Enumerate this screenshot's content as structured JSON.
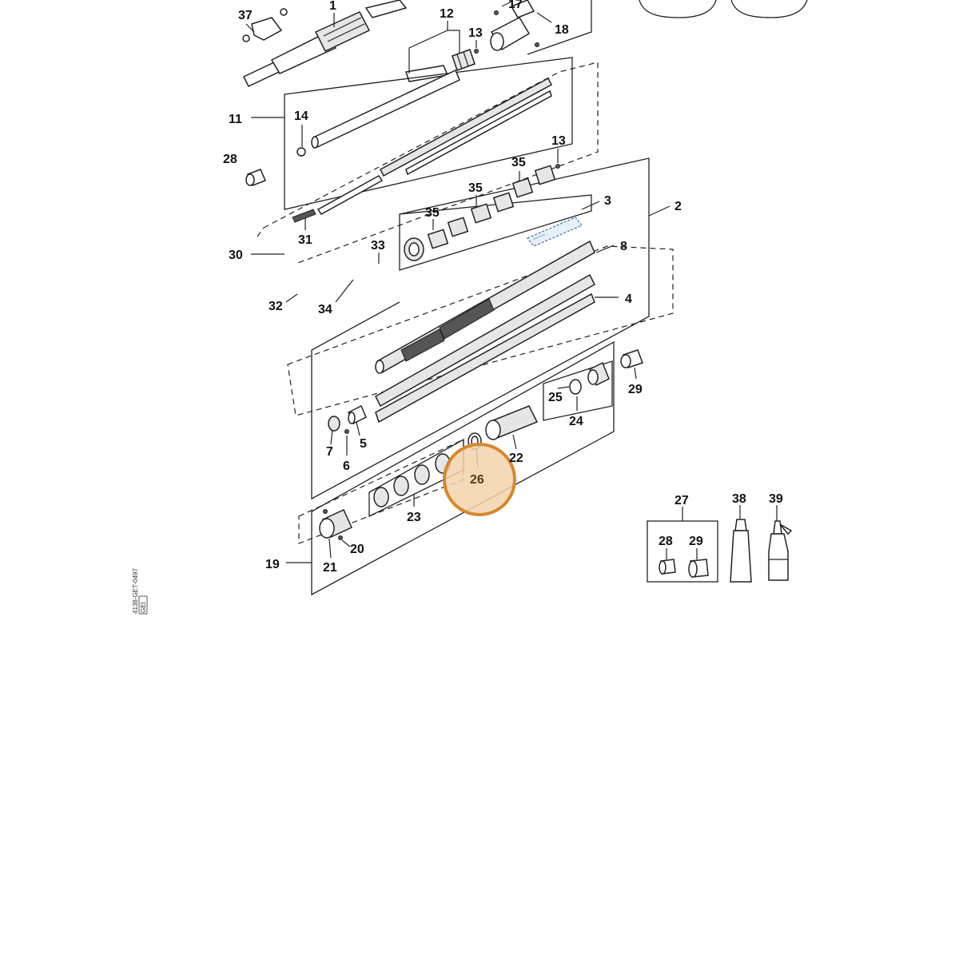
{
  "diagram": {
    "highlight_color": "#d4882e",
    "highlight_fill": "#f3d4ad",
    "labels": {
      "p37": "37",
      "p1": "1",
      "p17": "17",
      "p12": "12",
      "p13a": "13",
      "p18": "18",
      "p11": "11",
      "p14": "14",
      "p28a": "28",
      "p13b": "13",
      "p35a": "35",
      "p35b": "35",
      "p35c": "35",
      "p3": "3",
      "p2": "2",
      "p31": "31",
      "p30": "30",
      "p33": "33",
      "p8": "8",
      "p32": "32",
      "p34": "34",
      "p4": "4",
      "p29a": "29",
      "p25": "25",
      "p24": "24",
      "p7": "7",
      "p6": "6",
      "p5": "5",
      "p22": "22",
      "p26": "26",
      "p23": "23",
      "p27": "27",
      "p38": "38",
      "p39": "39",
      "p28b": "28",
      "p29b": "29",
      "p20": "20",
      "p19": "19",
      "p21": "21"
    },
    "side_code": "4138-GET-0497",
    "side_badge": "GEI"
  }
}
